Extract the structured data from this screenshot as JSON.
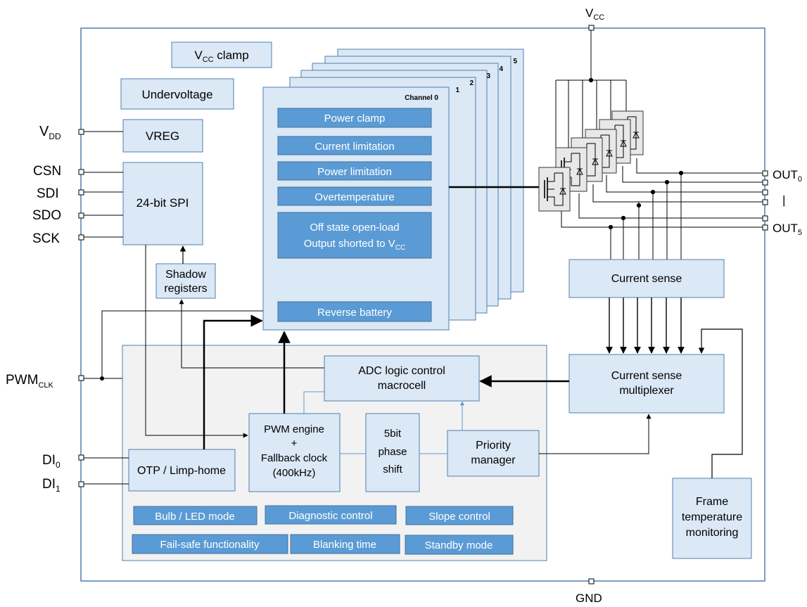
{
  "diagram": {
    "colors": {
      "border": "#4f7fb0",
      "block_fill": "#dbe8f5",
      "feature_fill": "#5b9bd5",
      "logic_fill": "#f2f2f2",
      "wire": "#000000",
      "thin_wire": "#5b9bd5"
    },
    "supply": {
      "vcc": "V",
      "vcc_sub": "CC",
      "gnd": "GND"
    },
    "pins": {
      "vdd": "V",
      "vdd_sub": "DD",
      "csn": "CSN",
      "sdi": "SDI",
      "sdo": "SDO",
      "sck": "SCK",
      "pwmclk": "PWM",
      "pwmclk_sub": "CLK",
      "di0": "DI",
      "di0_sub": "0",
      "di1": "DI",
      "di1_sub": "1",
      "out0": "OUT",
      "out0_sub": "0",
      "out5": "OUT",
      "out5_sub": "5",
      "out_bar": "|"
    },
    "blocks": {
      "vcc_clamp": "V",
      "vcc_clamp_sub": "CC",
      "vcc_clamp_rest": " clamp",
      "undervoltage": "Undervoltage",
      "vreg": "VREG",
      "spi": "24-bit SPI",
      "shadow_line1": "Shadow",
      "shadow_line2": "registers",
      "current_sense": "Current sense",
      "mux_line1": "Current sense",
      "mux_line2": "multiplexer",
      "frame_line1": "Frame",
      "frame_line2": "temperature",
      "frame_line3": "monitoring",
      "adc_line1": "ADC logic control",
      "adc_line2": "macrocell",
      "pwm_line1": "PWM engine",
      "pwm_line2": "+",
      "pwm_line3": "Fallback clock",
      "pwm_line4": "(400kHz)",
      "phase_line1": "5bit",
      "phase_line2": "phase",
      "phase_line3": "shift",
      "priority_line1": "Priority",
      "priority_line2": "manager",
      "otp": "OTP / Limp-home"
    },
    "channel": {
      "title": "Channel 0",
      "stack_numbers": [
        "1",
        "2",
        "3",
        "4",
        "5"
      ],
      "features": {
        "power_clamp": "Power clamp",
        "current_limitation": "Current limitation",
        "power_limitation": "Power limitation",
        "overtemperature": "Overtemperature",
        "openload_line1": "Off state open-load",
        "openload_line2": "Output shorted to V",
        "openload_line2_sub": "CC",
        "reverse_battery": "Reverse battery"
      }
    },
    "logic_features": {
      "bulb_led": "Bulb / LED mode",
      "diagnostic": "Diagnostic control",
      "slope": "Slope control",
      "failsafe": "Fail-safe functionality",
      "blanking": "Blanking time",
      "standby": "Standby mode"
    }
  }
}
